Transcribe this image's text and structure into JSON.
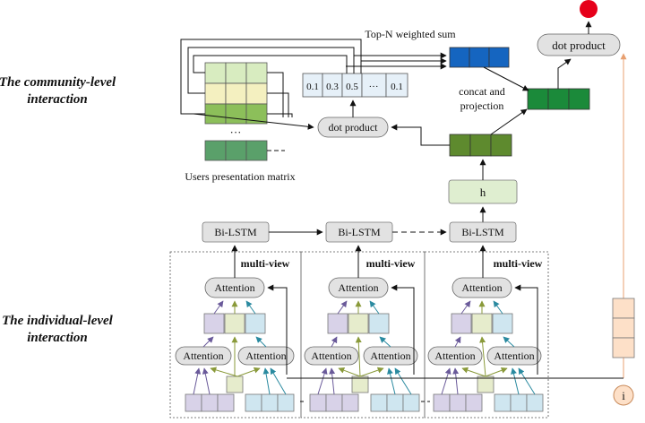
{
  "sections": {
    "community": [
      "The community-level",
      "interaction"
    ],
    "individual": [
      "The individual-level",
      "interaction"
    ]
  },
  "labels": {
    "top_n": "Top-N weighted sum",
    "dot_product_top": "dot product",
    "dot_product_mid": "dot product",
    "concat": [
      "concat and",
      "projection"
    ],
    "users_matrix": "Users presentation matrix",
    "h": "h",
    "bilstm": "Bi-LSTM",
    "multiview": "multi-view",
    "attention": "Attention",
    "item_input": "i",
    "ellipsis": "···"
  },
  "weights": [
    "0.1",
    "0.3",
    "0.5",
    "···",
    "0.1"
  ],
  "colors": {
    "blue": "#1565c0",
    "green_dark": "#1b8a3a",
    "olive": "#5e8a2e",
    "light_green": "#dfeed0",
    "red": "#e6001a",
    "peach": "#fde0c8",
    "gray_box": "#e2e2e2",
    "lavender": "#d8d2e8",
    "khaki": "#e6eccc",
    "light_blue": "#cfe6f0"
  }
}
